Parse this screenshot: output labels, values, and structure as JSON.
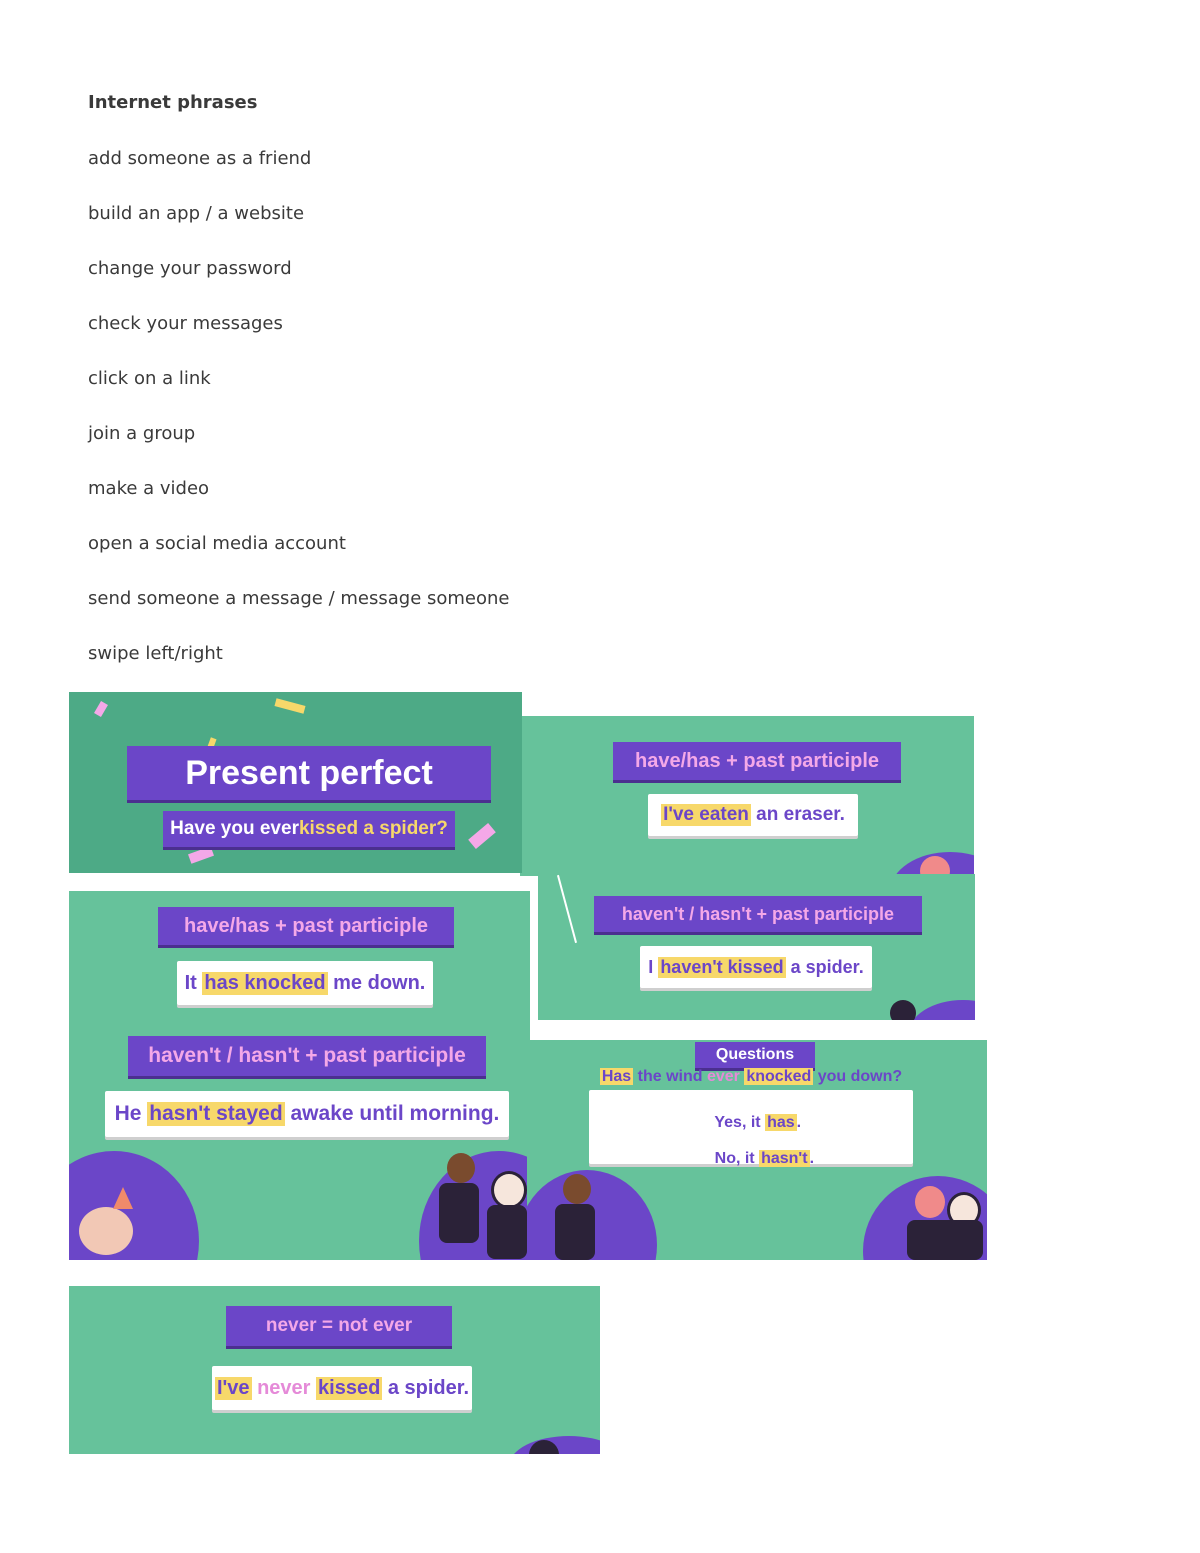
{
  "heading": "Internet phrases",
  "phrases": [
    "add someone as a friend",
    "build an app / a website",
    "change your password",
    "check your messages",
    "click on a link",
    "join a group",
    "make a video",
    "open a social media account",
    "send someone a message / message someone",
    "swipe left/right"
  ],
  "slide1": {
    "title": "Present perfect",
    "q_a": "Have you ever ",
    "q_b": "kissed a spider?"
  },
  "slide2": {
    "rule": "have/has + past participle",
    "ex_hl": "I've eaten",
    "ex_rest": " an eraser."
  },
  "slide3": {
    "rule": "haven't / hasn't + past participle",
    "ex_a": "I ",
    "ex_hl": "haven't kissed",
    "ex_rest": " a spider."
  },
  "slide4": {
    "rule1": "have/has + past participle",
    "ex1_a": "It ",
    "ex1_hl": "has knocked",
    "ex1_rest": " me down.",
    "rule2": "haven't / hasn't + past participle",
    "ex2_a": "He ",
    "ex2_hl": "hasn't stayed",
    "ex2_rest": " awake until morning."
  },
  "slide5": {
    "label": "Questions",
    "q_hl1": "Has",
    "q_mid": " the wind ",
    "q_ever": "ever",
    "q_sp": " ",
    "q_hl2": "knocked",
    "q_rest": " you down?",
    "yes_a": "Yes, it ",
    "yes_hl": "has",
    "yes_dot": ".",
    "no_a": "No, it ",
    "no_hl": "hasn't",
    "no_dot": "."
  },
  "slide6": {
    "rule": "never = not ever",
    "ex_hl1": "I've",
    "ex_sp1": " ",
    "ex_never": "never",
    "ex_sp2": " ",
    "ex_hl2": "kissed",
    "ex_rest": " a spider."
  },
  "colors": {
    "green": "#66c29b",
    "purple": "#6b46c8",
    "pink": "#f4a8e8",
    "yellow": "#f7d86a"
  }
}
